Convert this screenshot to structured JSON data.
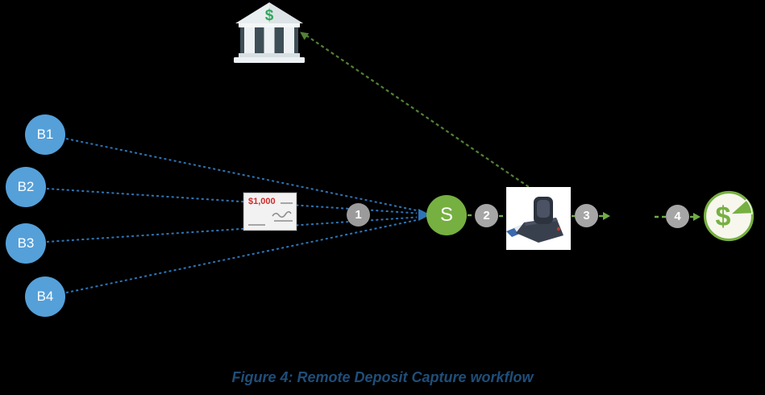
{
  "diagram": {
    "caption": "Figure 4: Remote Deposit Capture workflow",
    "branches": [
      {
        "label": "B1"
      },
      {
        "label": "B2"
      },
      {
        "label": "B3"
      },
      {
        "label": "B4"
      }
    ],
    "server": {
      "label": "S"
    },
    "steps": [
      {
        "label": "1"
      },
      {
        "label": "2"
      },
      {
        "label": "3"
      },
      {
        "label": "4"
      }
    ],
    "check": {
      "amount": "$1,000"
    },
    "bank": {
      "dollar_symbol": "$"
    },
    "fees": {
      "dollar_symbol": "$"
    },
    "icons": {
      "bank": "bank-building-icon",
      "check": "paper-check-icon",
      "scanner": "check-scanner-image",
      "fees": "dollar-pie-icon"
    },
    "colors": {
      "background": "#000000",
      "branch_blue": "#55A0D9",
      "blue_dash_line": "#2E75B6",
      "server_green": "#76B041",
      "connector_green": "#70AD47",
      "bank_line_dark_green": "#538135",
      "step_gray": "#A6A6A6",
      "check_amount_red": "#CF2B2B",
      "caption_blue": "#1F4E79"
    }
  }
}
